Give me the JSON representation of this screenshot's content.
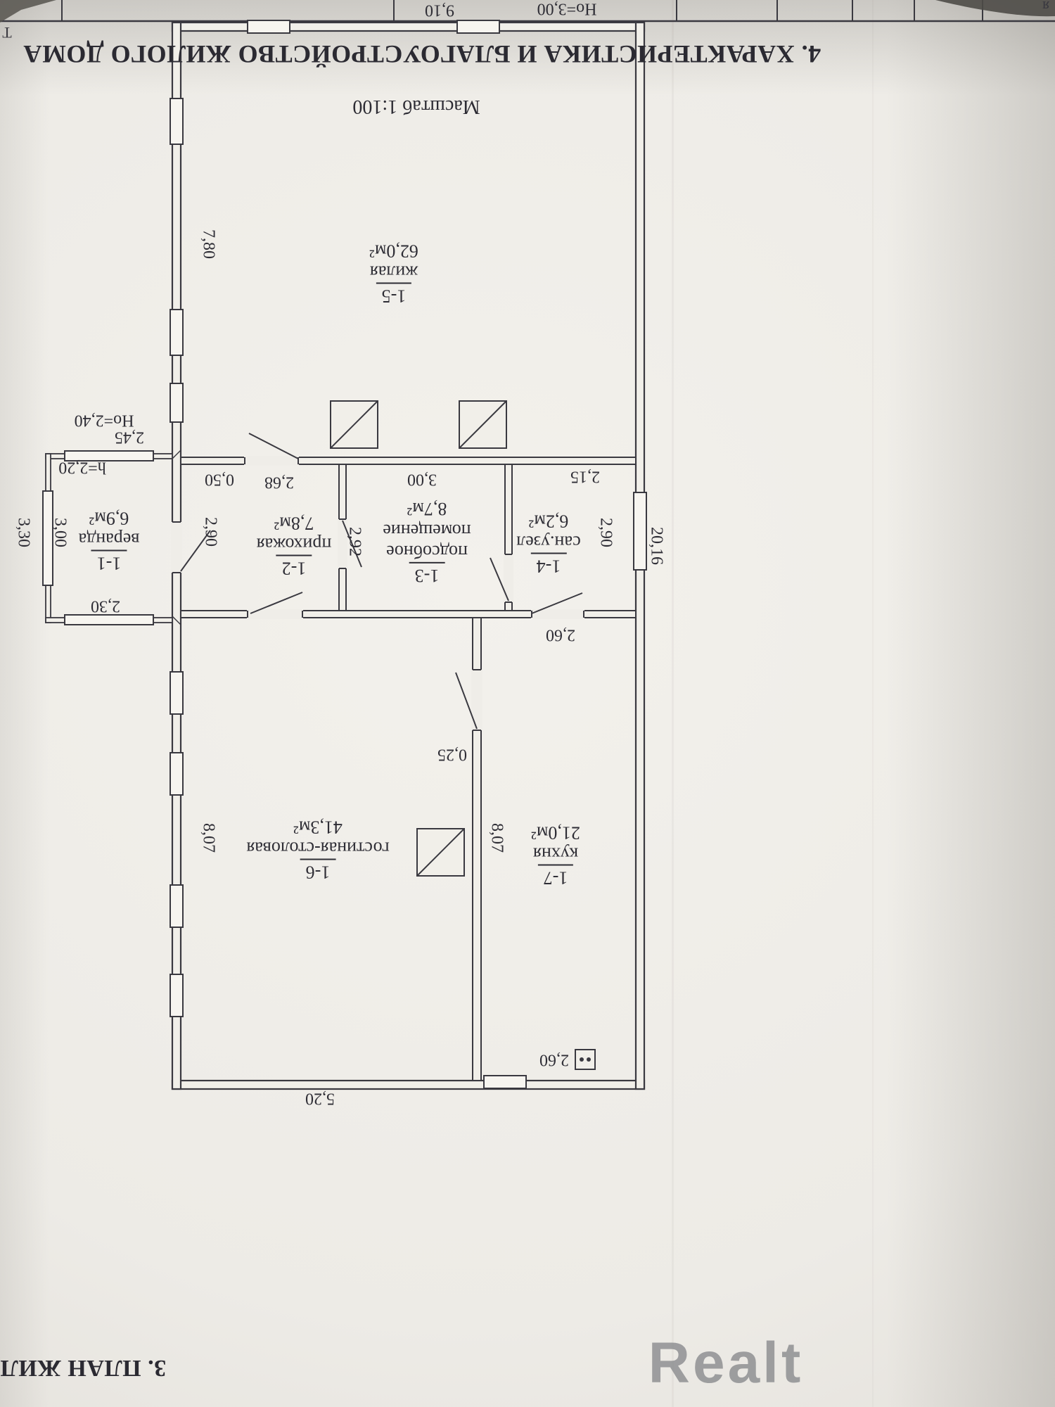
{
  "page": {
    "section_title_top": "4. ХАРАКТЕРИСТИКА И БЛАГОУСТРОЙСТВО ЖИЛОГО ДОМА",
    "section_title_bottom": "3. ПЛАН ЖИЛ",
    "scale_label": "Масштаб 1:100",
    "watermark": "Realt",
    "edge_letter_top_left": "Т",
    "edge_letter_top_right": "я"
  },
  "rooms": [
    {
      "id": "1-5",
      "name": "жилая",
      "area": "62,0м²"
    },
    {
      "id": "1-1",
      "name": "веранда",
      "area": "6,9м²"
    },
    {
      "id": "1-2",
      "name": "прихожая",
      "area": "7,8м²"
    },
    {
      "id": "1-3",
      "name": "подсобное",
      "name2": "помещение",
      "area": "8,7м²"
    },
    {
      "id": "1-4",
      "name": "сан.узел",
      "area": "6,2м²"
    },
    {
      "id": "1-6",
      "name": "гостиная-столовая",
      "area": "41,3м²"
    },
    {
      "id": "1-7",
      "name": "кухня",
      "area": "21,0м²"
    }
  ],
  "dims": {
    "top_width": "9,10",
    "ceiling_main": "Но=3,00",
    "zhilaya_depth": "7,80",
    "veranda_ceiling": "Но=2,40",
    "veranda_top": "2,45",
    "veranda_h": "h=2,20",
    "veranda_outer": "3,30",
    "veranda_inner": "3,00",
    "prihozh_seg": "0,50",
    "prihozh_width": "2,68",
    "prihozh_depth": "2,90",
    "door_diag": "2,92",
    "podsob_width": "3,00",
    "sanuzel_width": "2,15",
    "sanuzel_depth": "2,90",
    "total_length": "20,16",
    "veranda_bottom": "2,30",
    "kitchen_width": "2,60",
    "wall_stub": "0,25",
    "gost_depth": "8,07",
    "kitchen_depth": "8,07",
    "gost_width": "5,20",
    "kitchen_stove_dim": "2,60"
  },
  "colors": {
    "ink": "#3a3940",
    "paper": "#efede8",
    "shadow_corner": "#524f4a"
  }
}
